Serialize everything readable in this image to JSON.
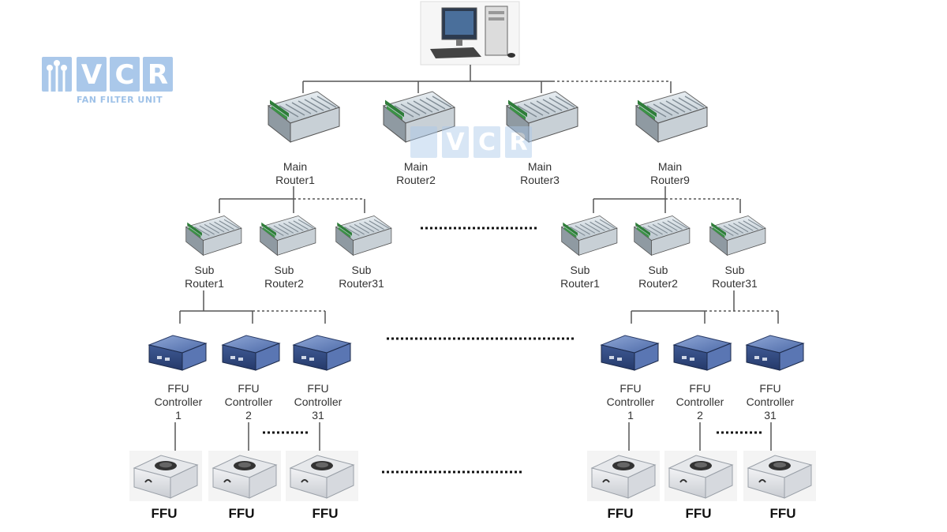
{
  "logo": {
    "letters": [
      "V",
      "C",
      "R"
    ],
    "tagline": "FAN FILTER UNIT",
    "color": "#aac8ea"
  },
  "watermark": {
    "letters": [
      "V",
      "C",
      "R"
    ]
  },
  "main_routers": [
    {
      "line1": "Main",
      "line2": "Router1"
    },
    {
      "line1": "Main",
      "line2": "Router2"
    },
    {
      "line1": "Main",
      "line2": "Router3"
    },
    {
      "line1": "Main",
      "line2": "Router9"
    }
  ],
  "sub_routers_left": [
    {
      "line1": "Sub",
      "line2": "Router1"
    },
    {
      "line1": "Sub",
      "line2": "Router2"
    },
    {
      "line1": "Sub",
      "line2": "Router31"
    }
  ],
  "sub_routers_right": [
    {
      "line1": "Sub",
      "line2": "Router1"
    },
    {
      "line1": "Sub",
      "line2": "Router2"
    },
    {
      "line1": "Sub",
      "line2": "Router31"
    }
  ],
  "controllers_left": [
    {
      "line1": "FFU",
      "line2": "Controller",
      "line3": "1"
    },
    {
      "line1": "FFU",
      "line2": "Controller",
      "line3": "2"
    },
    {
      "line1": "FFU",
      "line2": "Controller",
      "line3": "31"
    }
  ],
  "controllers_right": [
    {
      "line1": "FFU",
      "line2": "Controller",
      "line3": "1"
    },
    {
      "line1": "FFU",
      "line2": "Controller",
      "line3": "2"
    },
    {
      "line1": "FFU",
      "line2": "Controller",
      "line3": "31"
    }
  ],
  "ffus_left": [
    "FFU",
    "FFU",
    "FFU"
  ],
  "ffus_right": [
    "FFU",
    "FFU",
    "FFU"
  ]
}
